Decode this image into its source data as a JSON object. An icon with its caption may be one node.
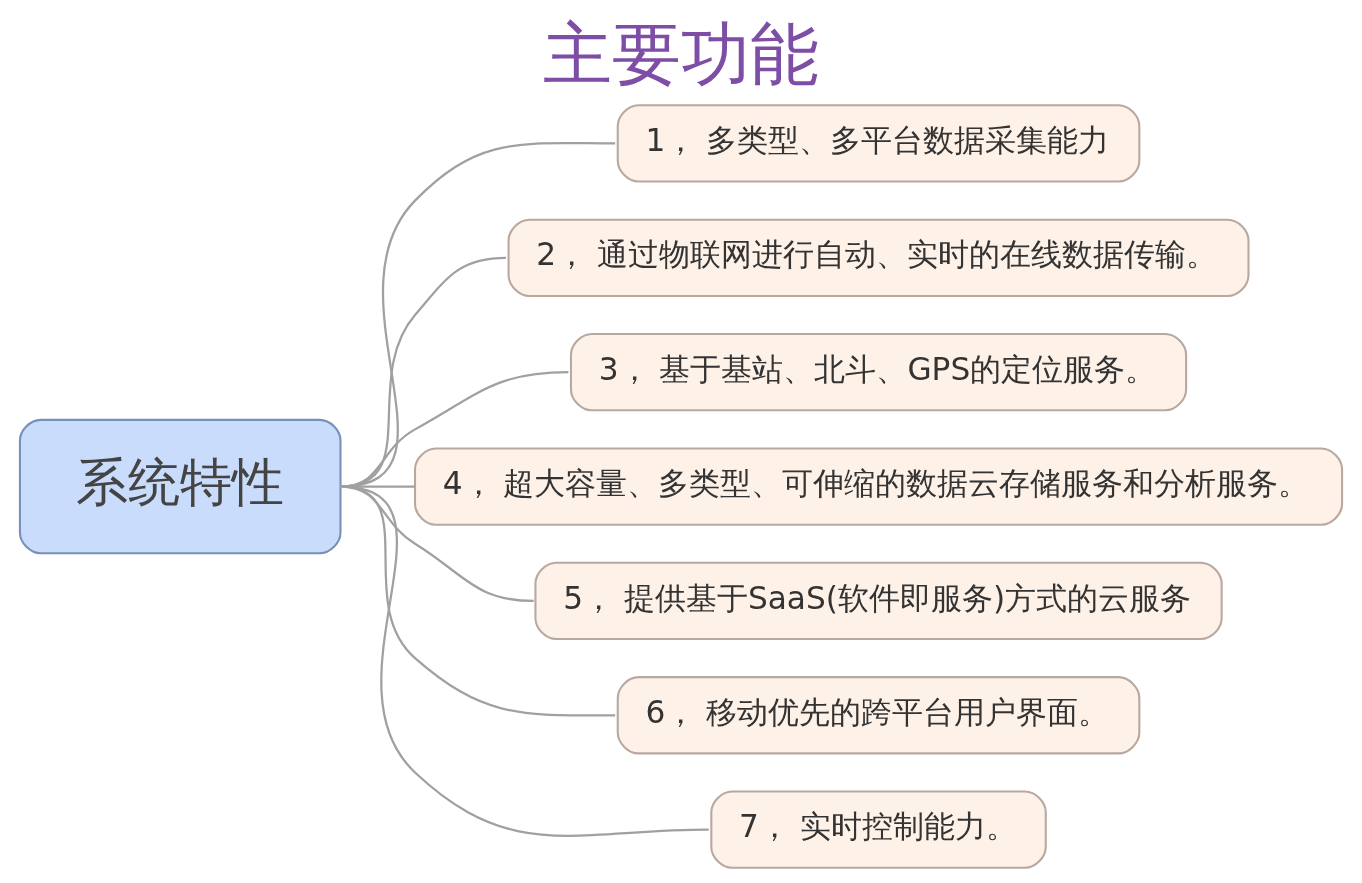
{
  "diagram": {
    "title": "主要功能",
    "nodes": [
      {
        "text": [
          "系统特性"
        ]
      },
      {
        "text": [
          "1， 多类型、多平台数据采集能力"
        ]
      },
      {
        "text": [
          "2， 通过物联网进行自动、实时的在线数据传输。"
        ]
      },
      {
        "text": [
          "3， 基于基站、北斗、GPS的定位服务。"
        ]
      },
      {
        "text": [
          "4， 超大容量、多类型、可伸缩的数据云存储服务和分析服务。"
        ]
      },
      {
        "text": [
          "5， 提供基于SaaS(软件即服务)方式的云服务"
        ]
      },
      {
        "text": [
          "6， 移动优先的跨平台用户界面。"
        ]
      },
      {
        "text": [
          "7， 实时控制能力。"
        ]
      }
    ],
    "edges": [
      {
        "from": 0,
        "to": 1,
        "arrow": "none"
      },
      {
        "from": 0,
        "to": 2,
        "arrow": "none"
      },
      {
        "from": 0,
        "to": 3,
        "arrow": "none"
      },
      {
        "from": 0,
        "to": 4,
        "arrow": "none"
      },
      {
        "from": 0,
        "to": 5,
        "arrow": "none"
      },
      {
        "from": 0,
        "to": 6,
        "arrow": "none"
      },
      {
        "from": 0,
        "to": 7,
        "arrow": "none"
      }
    ]
  }
}
